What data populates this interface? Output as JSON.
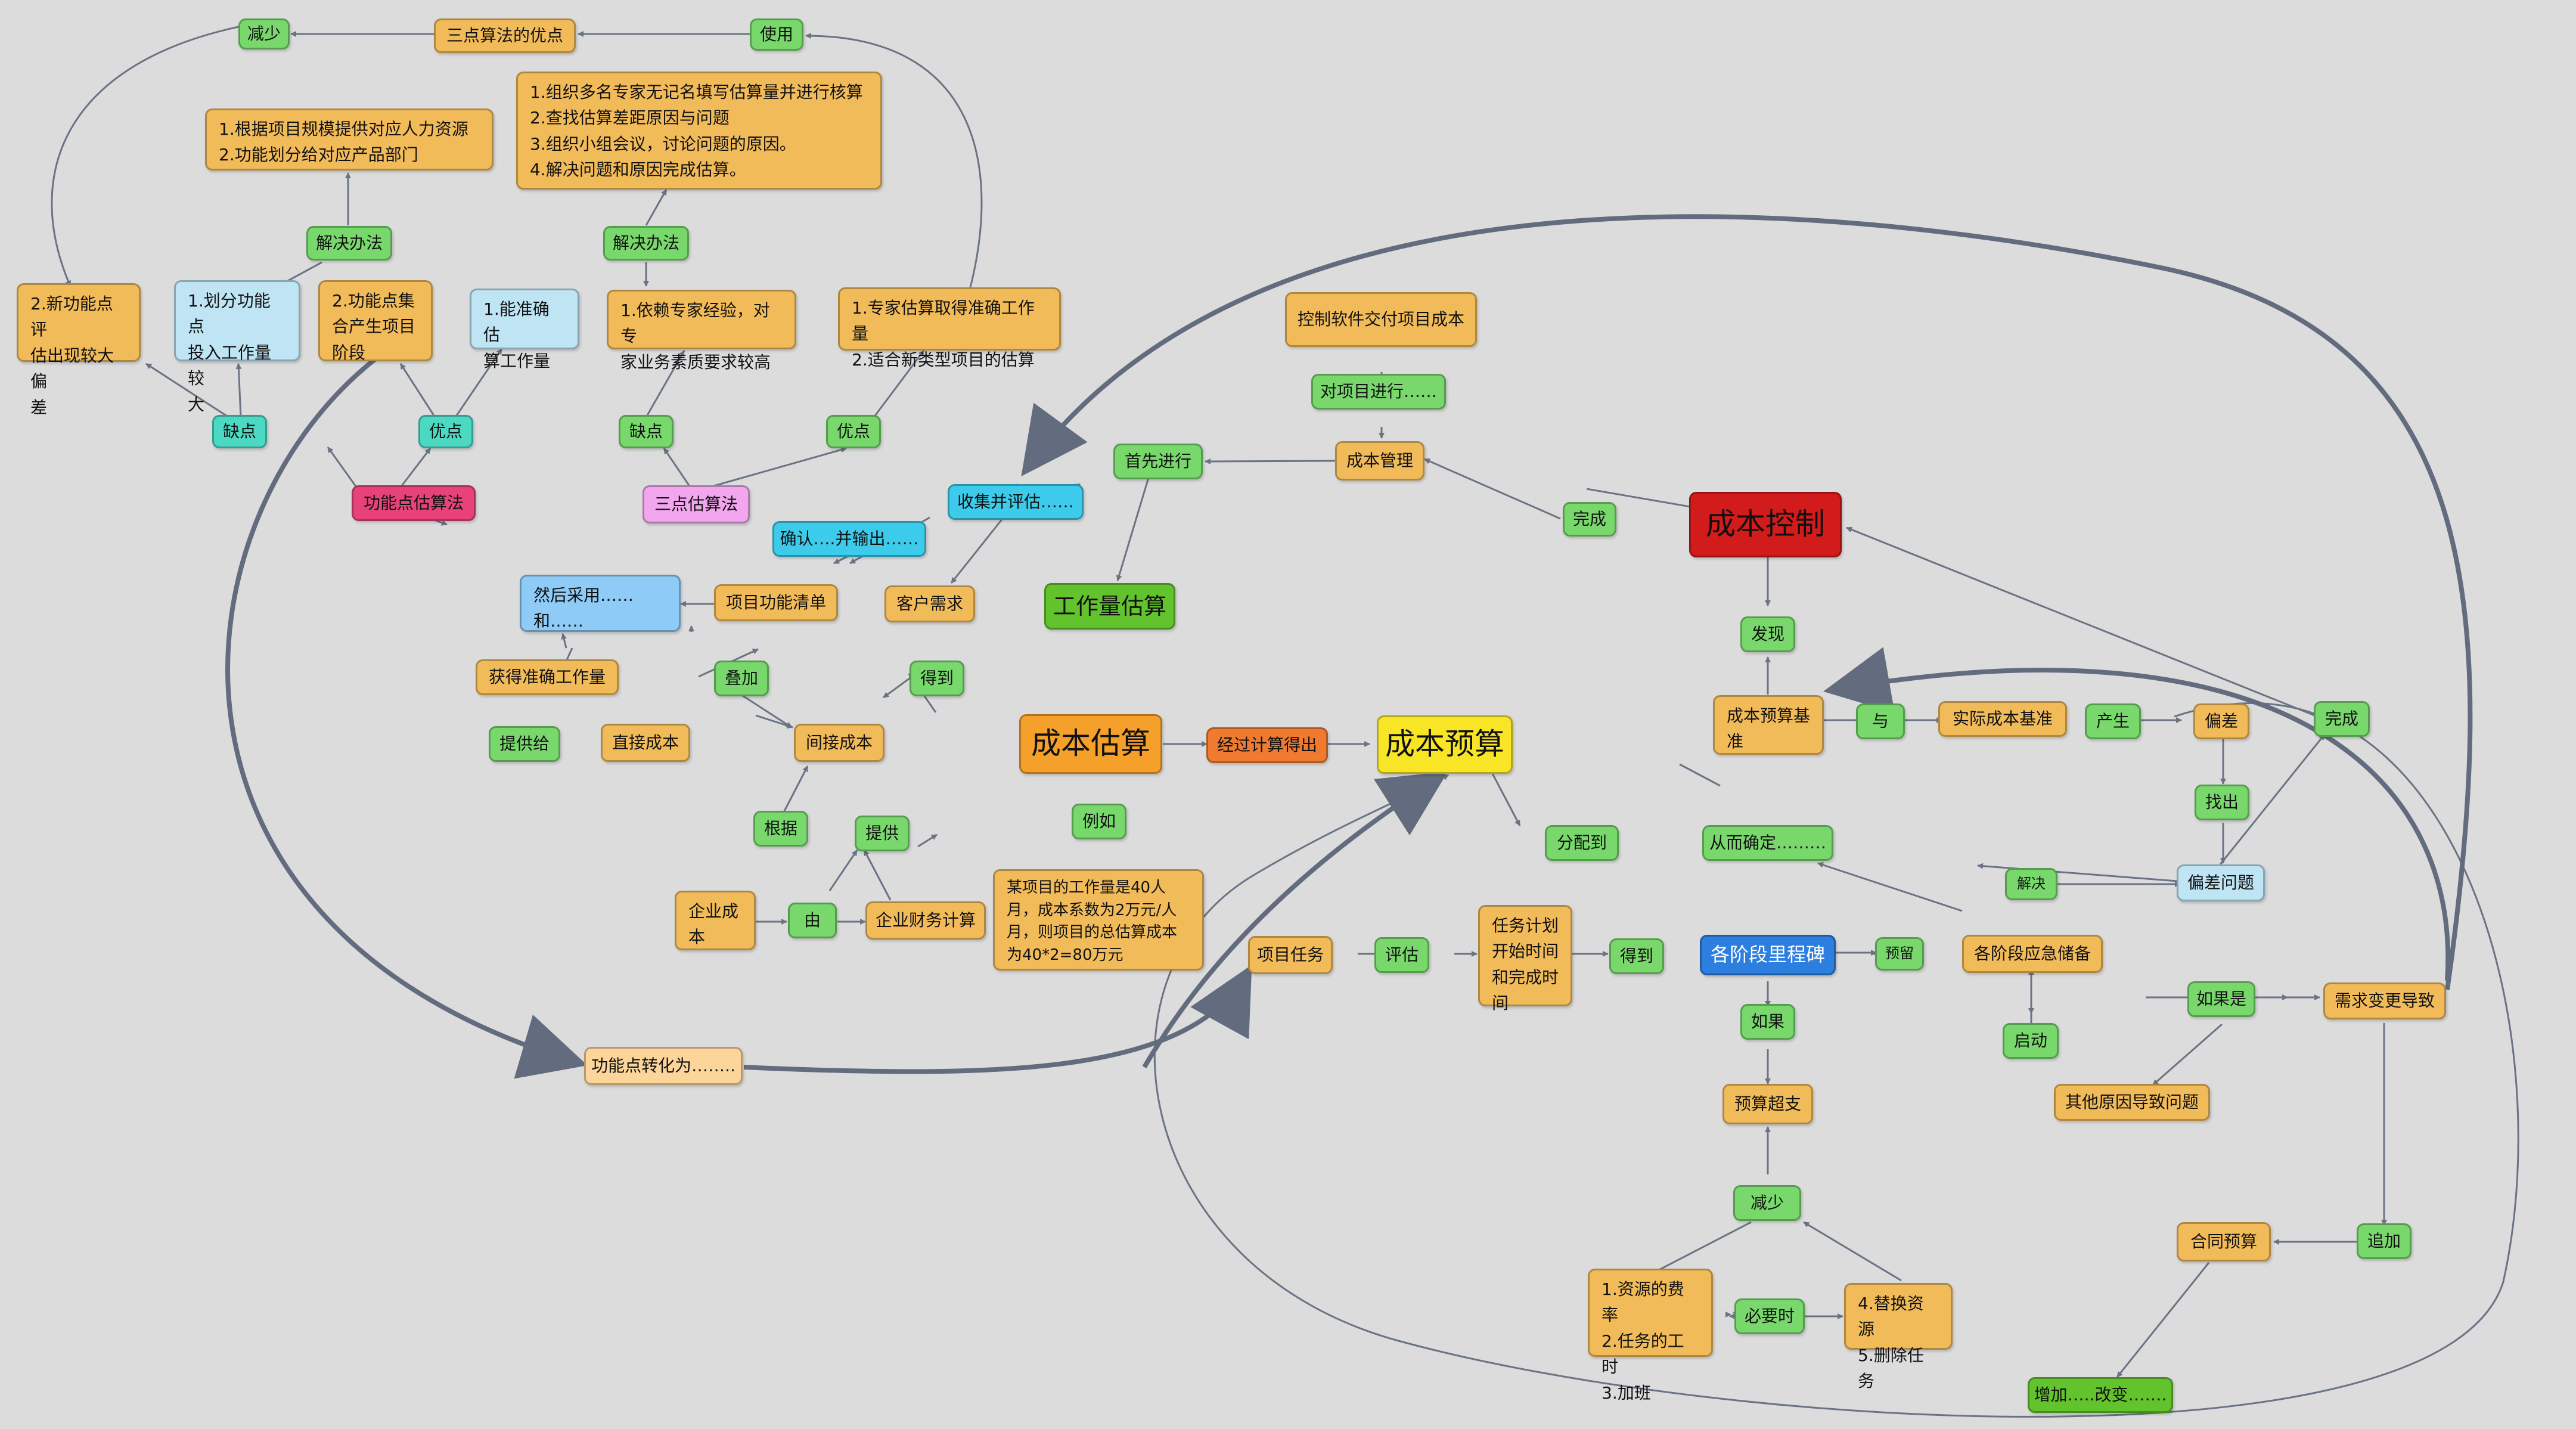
{
  "colors": {
    "background": "#dcdcdc",
    "edge": "#6a7384",
    "edge_heavy": "#626c7e"
  },
  "nodes": {
    "jianshao_top": "减少",
    "sandian_youdian": "三点算法的优点",
    "shiyong": "使用",
    "gongneng_jiejue_list": "1.根据项目规模提供对应人力资源\n2.功能划分给对应产品部门",
    "sandian_jiejue_list": "1.组织多名专家无记名填写估算量并进行核算\n2.查找估算差距原因与问题\n3.组织小组会议，讨论问题的原因。\n4.解决问题和原因完成估算。",
    "jiejue_1": "解决办法",
    "jiejue_2": "解决办法",
    "gongneng_quedian_2": "2.新功能点评\n估出现较大偏\n差",
    "gongneng_quedian_1": "1.划分功能点\n投入工作量较\n大",
    "gongneng_youdian_2": "2.功能点集\n合产生项目\n阶段",
    "gongneng_youdian_1": "1.能准确估\n算工作量",
    "sandian_quedian_1": "1.依赖专家经验，对专\n家业务素质要求较高",
    "sandian_youdian_list": "1.专家估算取得准确工作量\n2.适合新类型项目的估算",
    "kongzhi_jiaofu": "控制软件交付项目成本",
    "dui_xiangmu": "对项目进行……",
    "chengben_guanli": "成本管理",
    "shouxian": "首先进行",
    "quedian_a": "缺点",
    "youdian_a": "优点",
    "quedian_b": "缺点",
    "youdian_b": "优点",
    "gongnengdian_guji": "功能点估算法",
    "sandian_guji": "三点估算法",
    "shouji_pinggu": "收集并评估……",
    "wancheng_a": "完成",
    "chengben_kongzhi": "成本控制",
    "queren_shuchu": "确认….并输出……",
    "ranhou_caiyong": "然后采用……\n和……",
    "xiangmu_gongneng": "项目功能清单",
    "kehu_xuqiu": "客户需求",
    "gongzuoliang_guji": "工作量估算",
    "faxian": "发现",
    "huode_zhunque": "获得准确工作量",
    "diejia": "叠加",
    "dedao_a": "得到",
    "chengben_yusuan_jizhun": "成本预算基\n准",
    "yu": "与",
    "shiji_jizhun": "实际成本基准",
    "chansheng": "产生",
    "piancha": "偏差",
    "wancheng_b": "完成",
    "tigong_gei": "提供给",
    "zhijie_chengben": "直接成本",
    "jianjie_chengben": "间接成本",
    "chengben_guji": "成本估算",
    "jisuan_dechu": "经过计算得出",
    "chengben_yusuan": "成本预算",
    "zhaochu": "找出",
    "genju": "根据",
    "tigong": "提供",
    "liru": "例如",
    "fenpei_dao": "分配到",
    "congerqueding": "从而确定………",
    "jiejue_3": "解决",
    "piancha_wenti": "偏差问题",
    "qiye_chengben": "企业成\n本",
    "you": "由",
    "qiye_caiwu": "企业财务计算",
    "liru_text": "某项目的工作量是40人\n月，成本系数为2万元/人\n月，则项目的总估算成本\n为40*2=80万元",
    "xiangmu_renwu": "项目任务",
    "pinggu": "评估",
    "renwu_jihua": "任务计划\n开始时间\n和完成时\n间",
    "dedao_b": "得到",
    "gejieduan_lichengbei": "各阶段里程碑",
    "yuliu": "预留",
    "gejieduan_yingji": "各阶段应急储备",
    "ruguoshi": "如果是",
    "xuqiu_biangeng": "需求变更导致",
    "qidong": "启动",
    "ruguo": "如果",
    "gongnengdian_zhuanhua": "功能点转化为……..",
    "yusuan_chaozhi": "预算超支",
    "qita_yuanyin": "其他原因导致问题",
    "jianshao_b": "减少",
    "ziyuan_list": "1.资源的费率\n2.任务的工时\n3.加班",
    "biyao_shi": "必要时",
    "tihuan_list": "4.替换资源\n5.删除任务",
    "hetong_yusuan": "合同预算",
    "zhuijia": "追加",
    "zengjia_gaibian": "增加…..改变……."
  }
}
